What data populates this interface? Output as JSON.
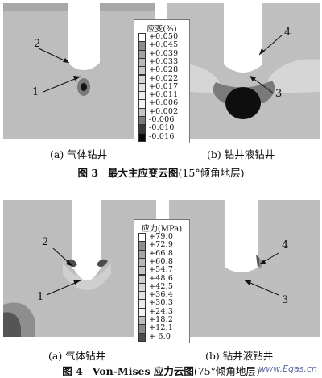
{
  "figure3": {
    "legend_title": "应变(%)",
    "legend_values": [
      "+0.050",
      "+0.045",
      "+0.039",
      "+0.033",
      "+0.028",
      "+0.022",
      "+0.017",
      "+0.011",
      "+0.006",
      "+0.002",
      "-0.006",
      "-0.010",
      "-0.016"
    ],
    "legend_colors": [
      "#ffffff",
      "#8c8c8c",
      "#a4a4a4",
      "#b8b8b8",
      "#c8c8c8",
      "#d6d6d6",
      "#e2e2e2",
      "#ececec",
      "#f4f4f4",
      "#c4c4c4",
      "#7c7c7c",
      "#3a3a3a",
      "#0a0a0a"
    ],
    "callouts": [
      "1",
      "2",
      "3",
      "4"
    ],
    "sub_a": "(a) 气体钻井",
    "sub_b": "(b) 钻井液钻井",
    "caption_label": "图 3",
    "caption_title": "最大主应变云图",
    "caption_note": "(15°倾角地层)"
  },
  "figure4": {
    "legend_title": "应力(MPa)",
    "legend_values": [
      "+79.0",
      "+72.9",
      "+66.8",
      "+60.8",
      "+54.7",
      "+48.6",
      "+42.5",
      "+36.4",
      "+30.3",
      "+24.3",
      "+18.2",
      "+12.1",
      "+ 6.0"
    ],
    "legend_colors": [
      "#ffffff",
      "#909090",
      "#a6a6a6",
      "#b6b6b6",
      "#c4c4c4",
      "#cecece",
      "#d8d8d8",
      "#e2e2e2",
      "#ebebeb",
      "#f2f2f2",
      "#bdbdbd",
      "#8a8a8a",
      "#4c4c4c"
    ],
    "callouts": [
      "1",
      "2",
      "3",
      "4"
    ],
    "sub_a": "(a) 气体钻井",
    "sub_b": "(b) 钻井液钻井",
    "caption_label": "图 4",
    "caption_title": "Von-Mises 应力云图",
    "caption_note": "(75°倾角地层)"
  },
  "watermark": "www.Eqas.cn"
}
